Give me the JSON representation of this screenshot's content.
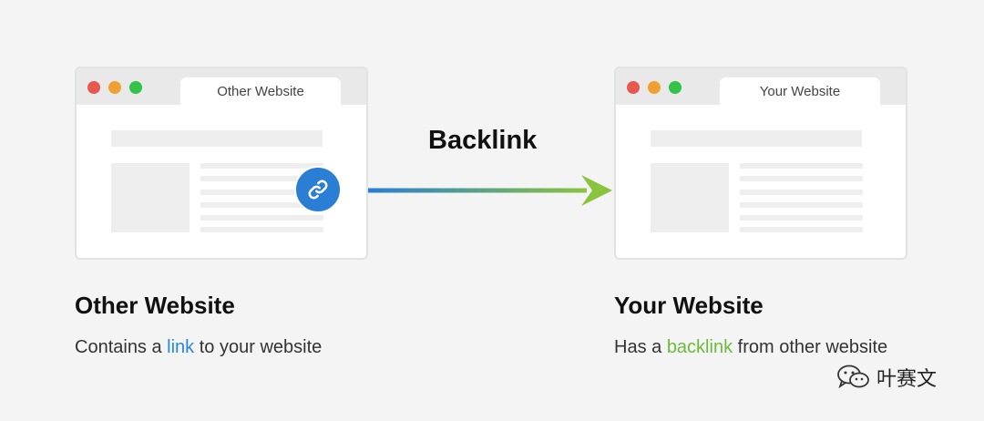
{
  "browsers": {
    "other": {
      "tab_label": "Other Website"
    },
    "your": {
      "tab_label": "Your Website"
    }
  },
  "arrow": {
    "label": "Backlink"
  },
  "captions": {
    "other": {
      "title": "Other Website",
      "sub_before": "Contains a ",
      "sub_highlight": "link",
      "sub_after": " to your website"
    },
    "your": {
      "title": "Your Website",
      "sub_before": "Has a ",
      "sub_highlight": "backlink",
      "sub_after": " from other website"
    }
  },
  "watermark": {
    "text": "叶赛文"
  },
  "icons": [
    "chain-link-icon",
    "wechat-icon"
  ],
  "colors": {
    "link_blue": "#2a87d8",
    "backlink_green": "#6cba3a",
    "arrow_start": "#2a7ed3",
    "arrow_end": "#8ac43f"
  }
}
